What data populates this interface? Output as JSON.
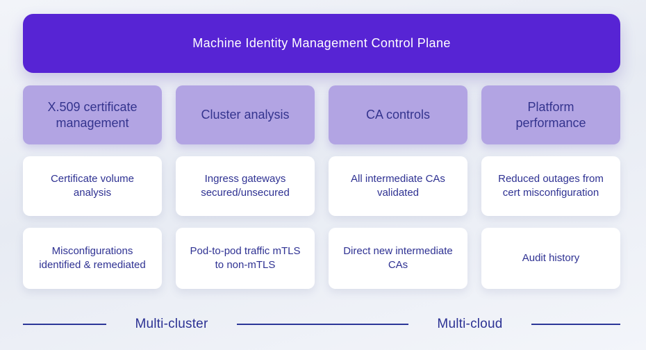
{
  "banner": {
    "title": "Machine Identity Management Control Plane"
  },
  "columns": [
    {
      "header": "X.509 certificate management",
      "cards": [
        "Certificate volume analysis",
        "Misconfigurations identified & remediated"
      ]
    },
    {
      "header": "Cluster analysis",
      "cards": [
        "Ingress gateways secured/unsecured",
        "Pod-to-pod traffic mTLS to non-mTLS"
      ]
    },
    {
      "header": "CA controls",
      "cards": [
        "All intermediate CAs validated",
        "Direct new intermediate CAs"
      ]
    },
    {
      "header": "Platform performance",
      "cards": [
        "Reduced outages from cert misconfiguration",
        "Audit history"
      ]
    }
  ],
  "footer": {
    "labels": [
      "Multi-cluster",
      "Multi-cloud"
    ]
  },
  "colors": {
    "banner_background": "#5724d4",
    "banner_text": "#ffffff",
    "column_header_background": "#b2a4e3",
    "column_header_text": "#34348e",
    "card_background": "#ffffff",
    "card_text": "#2e3192",
    "footer_line": "#2b3698",
    "footer_text": "#2b3193",
    "page_background": "#e9edf4"
  }
}
